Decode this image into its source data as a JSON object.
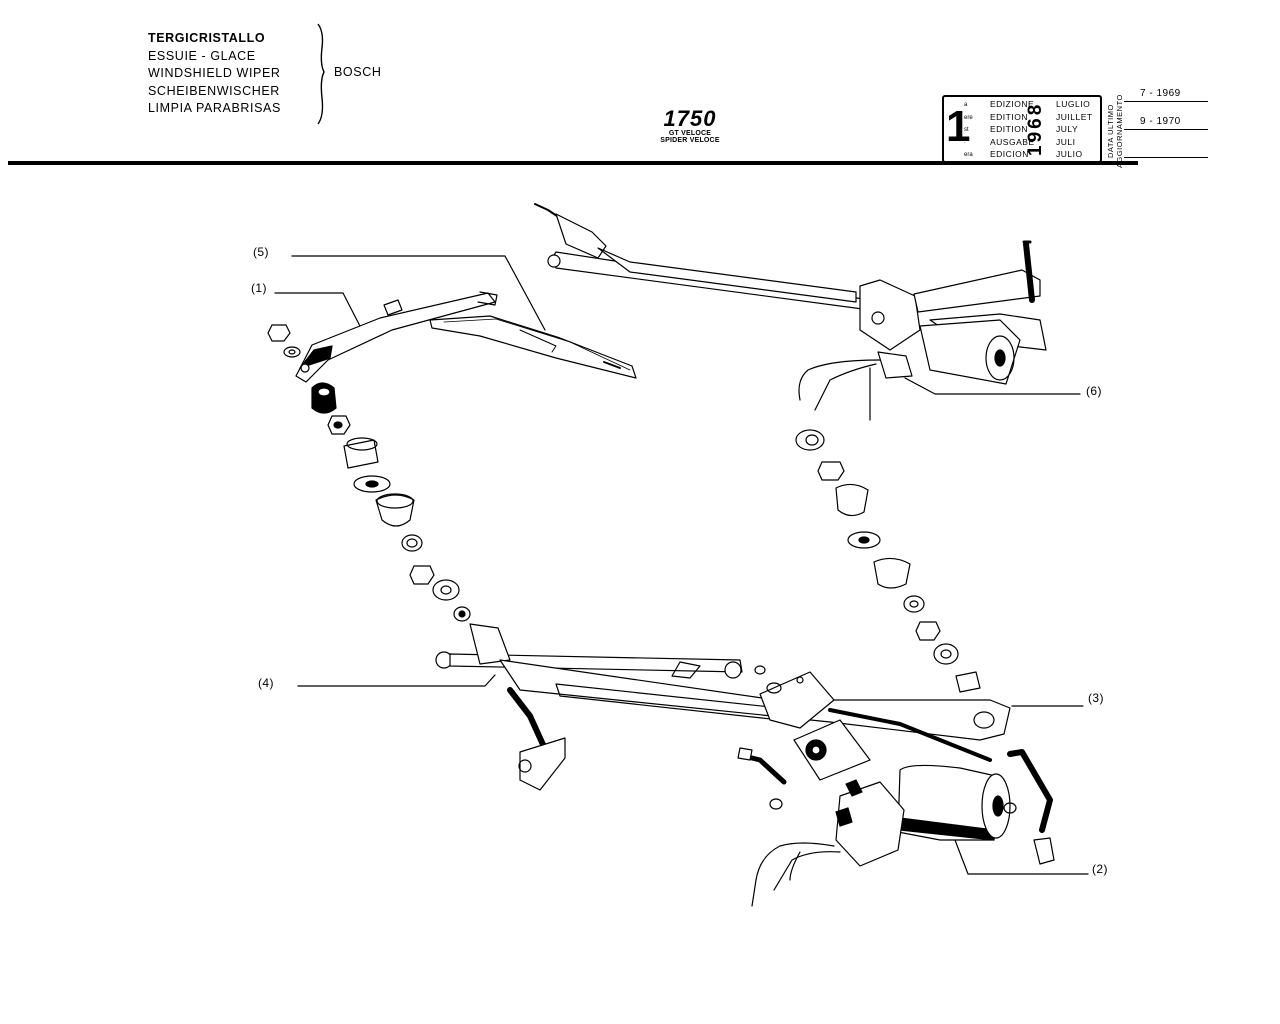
{
  "header": {
    "titles": [
      "TERGICRISTALLO",
      "ESSUIE - GLACE",
      "WINDSHIELD WIPER",
      "SCHEIBENWISCHER",
      "LIMPIA PARABRISAS"
    ],
    "manufacturer": "BOSCH"
  },
  "model": {
    "number": "1750",
    "variants": [
      "GT VELOCE",
      "SPIDER VELOCE"
    ]
  },
  "edition": {
    "number": "1",
    "suffixes": [
      "a",
      "ere",
      "st",
      ".",
      "era"
    ],
    "labels": [
      "EDIZIONE",
      "EDITION",
      "EDITION",
      "AUSGABE",
      "EDICION"
    ],
    "months": [
      "LUGLIO",
      "JUILLET",
      "JULY",
      "JULI",
      "JULIO"
    ],
    "year": "1968",
    "update_label_1": "DATA ULTIMO",
    "update_label_2": "AGGIORNAMENTO",
    "update_dates": [
      "7 - 1969",
      "9 - 1970"
    ]
  },
  "callouts": {
    "c1": "(1)",
    "c2": "(2)",
    "c3": "(3)",
    "c4": "(4)",
    "c5": "(5)",
    "c6": "(6)"
  }
}
